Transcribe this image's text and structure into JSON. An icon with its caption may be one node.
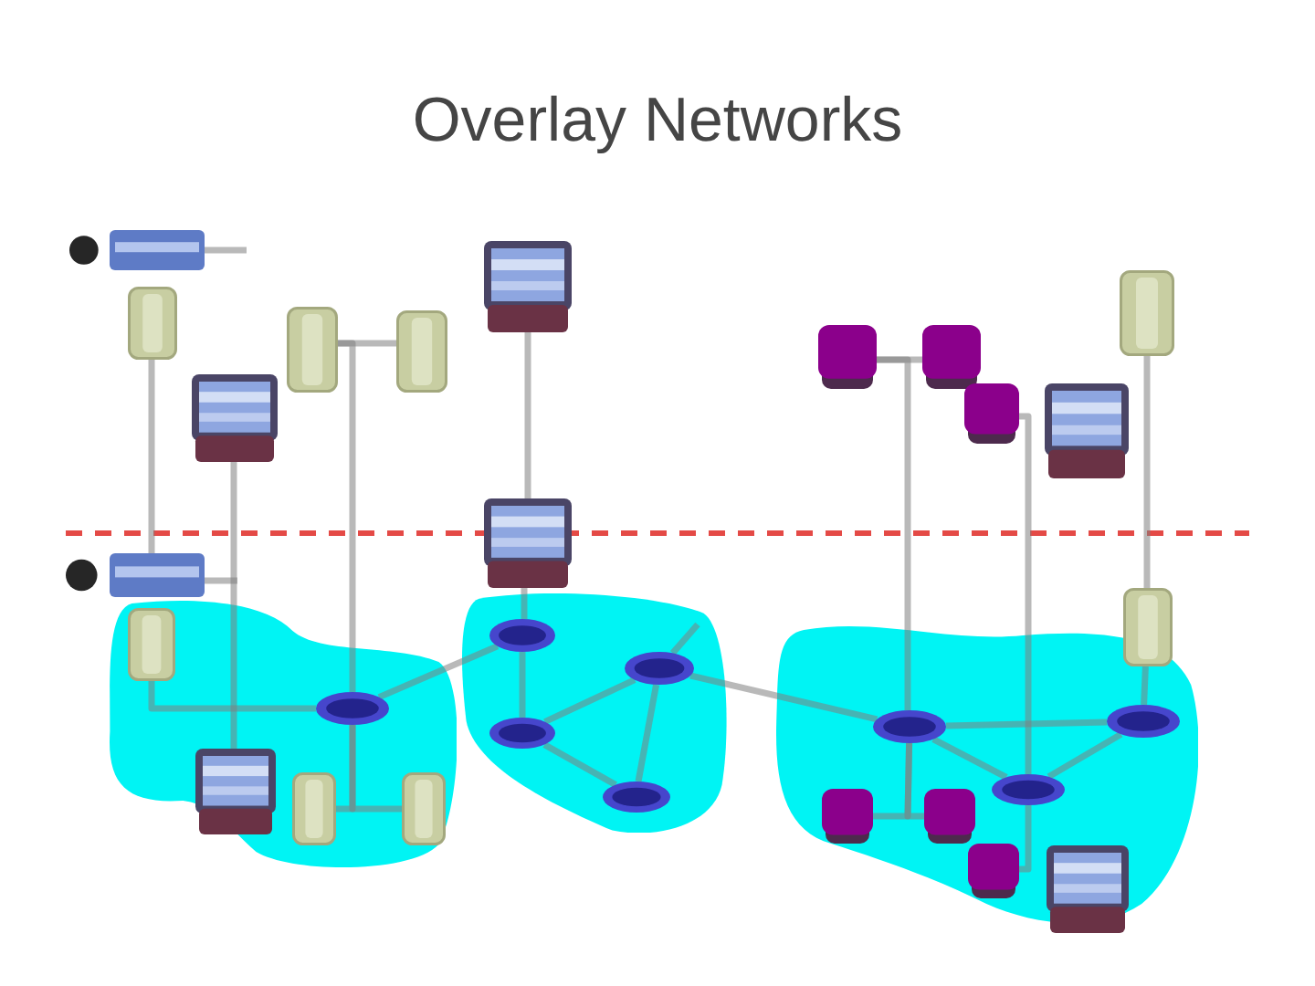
{
  "diagram": {
    "title": "Overlay Networks",
    "nodes": [
      {
        "text": [],
        "shape": "picture"
      },
      {
        "text": [],
        "shape": "picture"
      },
      {
        "text": [],
        "shape": "picture"
      },
      {
        "text": [],
        "shape": "picture"
      },
      {
        "text": [],
        "shape": "picture"
      },
      {
        "text": [],
        "shape": "picture"
      },
      {
        "text": [],
        "shape": "picture"
      },
      {
        "text": [],
        "shape": "box"
      },
      {
        "text": [],
        "shape": "box"
      },
      {
        "text": [],
        "shape": "box"
      },
      {
        "text": [],
        "shape": "picture"
      },
      {
        "text": [],
        "shape": "picture"
      },
      {
        "text": [],
        "shape": "cloud"
      },
      {
        "text": [],
        "shape": "picture"
      },
      {
        "text": [],
        "shape": "picture",
        "in": 12
      },
      {
        "text": [],
        "shape": "ellipse",
        "in": 12
      },
      {
        "text": [],
        "shape": "picture",
        "in": 12
      },
      {
        "text": [],
        "shape": "picture",
        "in": 12
      },
      {
        "text": [],
        "shape": "picture",
        "in": 12
      },
      {
        "text": [],
        "shape": "cloud"
      },
      {
        "text": [],
        "shape": "ellipse",
        "in": 19
      },
      {
        "text": [],
        "shape": "ellipse",
        "in": 19
      },
      {
        "text": [],
        "shape": "ellipse",
        "in": 19
      },
      {
        "text": [],
        "shape": "ellipse",
        "in": 19
      },
      {
        "text": [],
        "shape": "cloud"
      },
      {
        "text": [],
        "shape": "picture"
      },
      {
        "text": [],
        "shape": "ellipse",
        "in": 24
      },
      {
        "text": [],
        "shape": "ellipse",
        "in": 24
      },
      {
        "text": [],
        "shape": "ellipse",
        "in": 24
      },
      {
        "text": [],
        "shape": "box",
        "in": 24
      },
      {
        "text": [],
        "shape": "box",
        "in": 24
      },
      {
        "text": [],
        "shape": "box",
        "in": 24
      },
      {
        "text": [],
        "shape": "picture",
        "in": 24
      }
    ],
    "edges": [
      {
        "from": 0,
        "to": null,
        "arrow": "none"
      },
      {
        "from": 1,
        "to": 13,
        "arrow": "none"
      },
      {
        "from": 2,
        "to": 16,
        "arrow": "none"
      },
      {
        "from": 3,
        "to": 4,
        "arrow": "none"
      },
      {
        "from": 3,
        "to": 15,
        "arrow": "none"
      },
      {
        "from": 5,
        "to": 6,
        "arrow": "none"
      },
      {
        "from": 7,
        "to": 8,
        "arrow": "none"
      },
      {
        "from": 7,
        "to": 26,
        "arrow": "none"
      },
      {
        "from": 9,
        "to": 28,
        "arrow": "none"
      },
      {
        "from": 11,
        "to": 25,
        "arrow": "none"
      },
      {
        "from": 13,
        "to": null,
        "arrow": "none"
      },
      {
        "from": 14,
        "to": 15,
        "arrow": "none"
      },
      {
        "from": 15,
        "to": 17,
        "arrow": "none"
      },
      {
        "from": 15,
        "to": 18,
        "arrow": "none"
      },
      {
        "from": 15,
        "to": 20,
        "arrow": "none"
      },
      {
        "from": 6,
        "to": 20,
        "arrow": "none"
      },
      {
        "from": 20,
        "to": 22,
        "arrow": "none"
      },
      {
        "from": 22,
        "to": 21,
        "arrow": "none"
      },
      {
        "from": 21,
        "to": 23,
        "arrow": "none"
      },
      {
        "from": 22,
        "to": 23,
        "arrow": "none"
      },
      {
        "from": 21,
        "to": null,
        "arrow": "none"
      },
      {
        "from": 21,
        "to": 26,
        "arrow": "none"
      },
      {
        "from": 25,
        "to": 27,
        "arrow": "none"
      },
      {
        "from": 26,
        "to": 27,
        "arrow": "none"
      },
      {
        "from": 26,
        "to": 28,
        "arrow": "none"
      },
      {
        "from": 28,
        "to": 27,
        "arrow": "none"
      },
      {
        "from": 26,
        "to": 29,
        "arrow": "none"
      },
      {
        "from": 26,
        "to": 30,
        "arrow": "none"
      },
      {
        "from": 28,
        "to": 31,
        "arrow": "none"
      }
    ]
  }
}
